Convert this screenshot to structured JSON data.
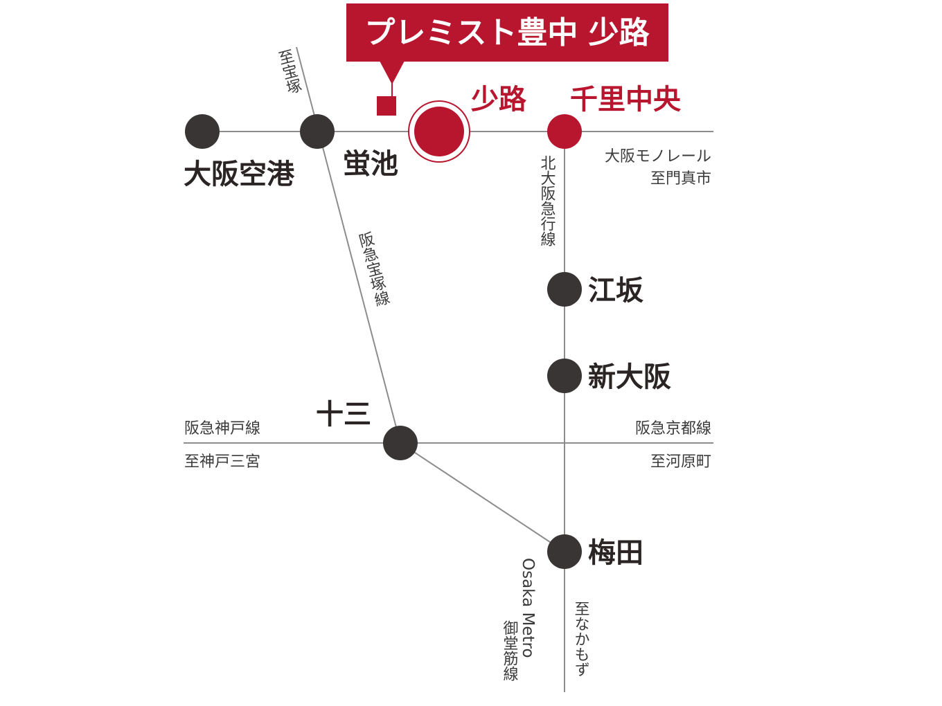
{
  "banner": {
    "title": "プレミスト豊中 少路",
    "color": "#b8162e"
  },
  "stations": {
    "itami_airport": "大阪空港",
    "hotarugaike": "蛍池",
    "shoji": "少路",
    "senri_chuo": "千里中央",
    "esaka": "江坂",
    "shin_osaka": "新大阪",
    "juso": "十三",
    "umeda": "梅田"
  },
  "lines": {
    "to_takarazuka": "至宝塚",
    "hankyu_takarazuka": "阪急宝塚線",
    "kita_osaka_kyuko": "北大阪急行線",
    "monorail": "大阪モノレール",
    "to_kadoma": "至門真市",
    "hankyu_kobe": "阪急神戸線",
    "to_kobe_sannomiya": "至神戸三宮",
    "hankyu_kyoto": "阪急京都線",
    "to_kawaramachi": "至河原町",
    "metro_name": "Osaka Metro",
    "midosuji": "御堂筋線",
    "to_nakamozu": "至なかもず"
  },
  "colors": {
    "accent": "#b8162e",
    "station_dot": "#3a3535",
    "track": "#8c8c8c"
  }
}
